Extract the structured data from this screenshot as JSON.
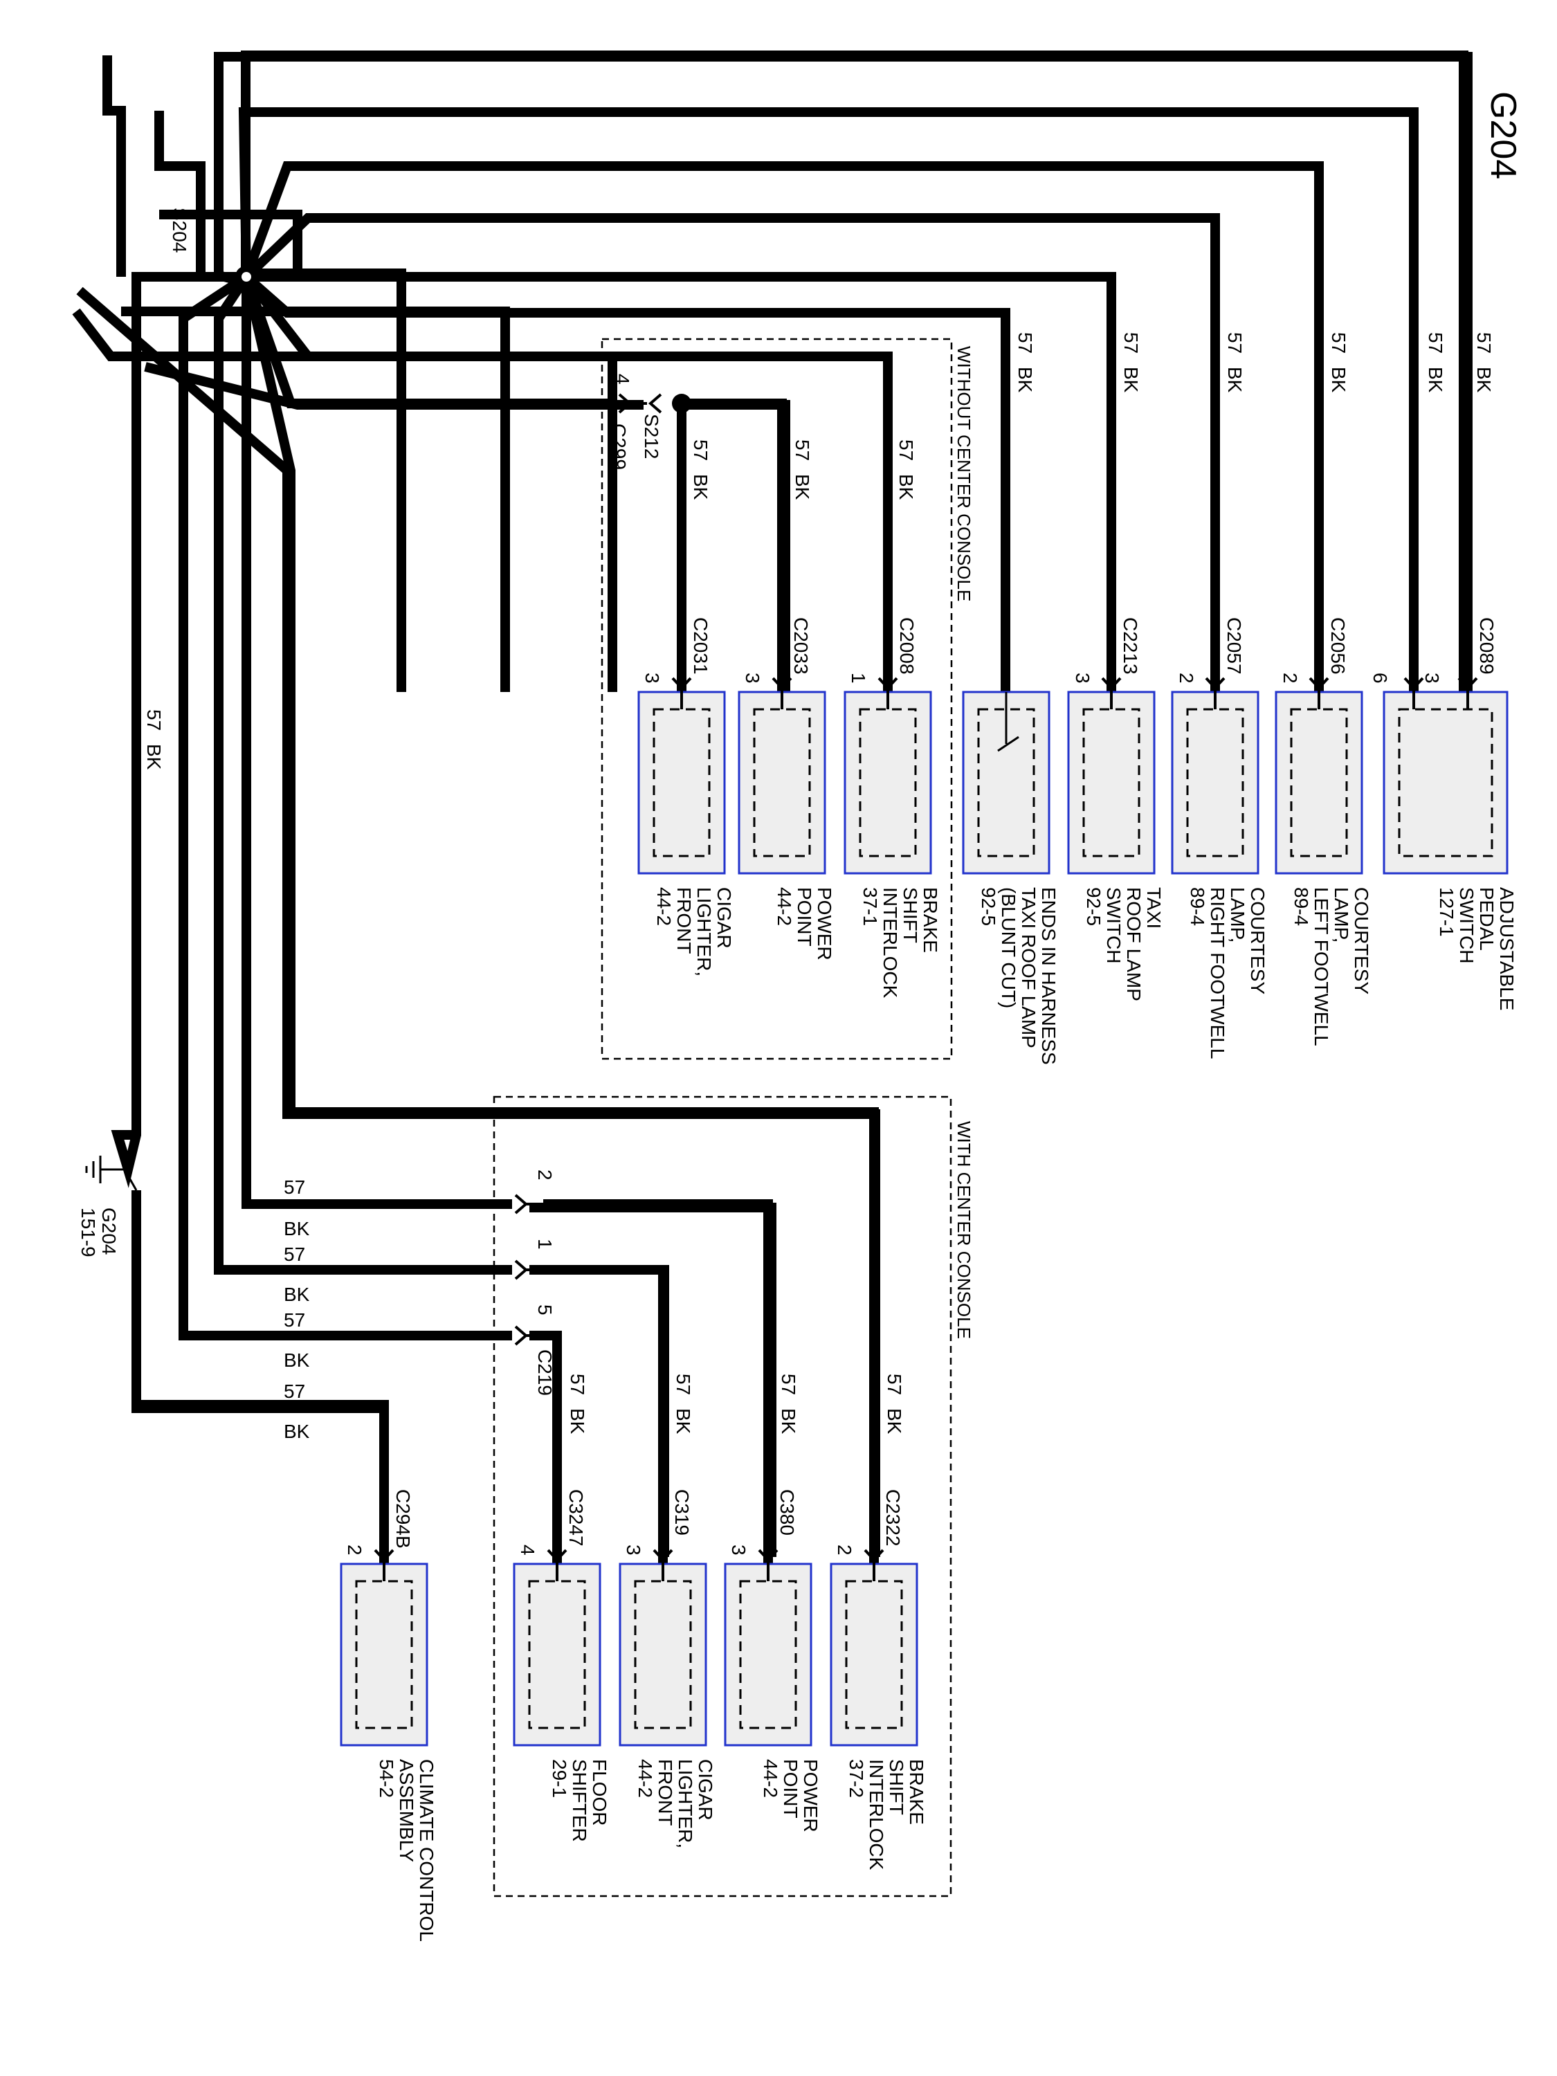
{
  "title": "G204",
  "splices": {
    "main": "S204",
    "sub": "S212"
  },
  "regions": {
    "without": "WITHOUT CENTER CONSOLE",
    "with": "WITH CENTER CONSOLE"
  },
  "wire": {
    "circuit": "57",
    "color": "BK"
  },
  "ground": {
    "name": "G204",
    "page": "151-9"
  },
  "inline_connectors": {
    "c299": "C299",
    "c219": "C219",
    "c299_pin": "4"
  },
  "components": [
    {
      "conn": "C2089",
      "pins": [
        "3",
        "6"
      ],
      "lines": [
        "ADJUSTABLE",
        "PEDAL",
        "SWITCH",
        "127-1"
      ]
    },
    {
      "conn": "C2056",
      "pins": [
        "2"
      ],
      "lines": [
        "COURTESY",
        "LAMP,",
        "LEFT FOOTWELL",
        "89-4"
      ]
    },
    {
      "conn": "C2057",
      "pins": [
        "2"
      ],
      "lines": [
        "COURTESY",
        "LAMP,",
        "RIGHT FOOTWELL",
        "89-4"
      ]
    },
    {
      "conn": "C2213",
      "pins": [
        "3"
      ],
      "lines": [
        "TAXI",
        "ROOF LAMP",
        "SWITCH",
        "92-5"
      ]
    },
    {
      "conn": "",
      "pins": [],
      "lines": [
        "ENDS IN HARNESS",
        "TAXI ROOF LAMP",
        "(BLUNT CUT)",
        "92-5"
      ]
    },
    {
      "conn": "C2008",
      "pins": [
        "1"
      ],
      "lines": [
        "BRAKE",
        "SHIFT",
        "INTERLOCK",
        "37-1"
      ]
    },
    {
      "conn": "C2033",
      "pins": [
        "3"
      ],
      "lines": [
        "POWER",
        "POINT",
        "44-2"
      ]
    },
    {
      "conn": "C2031",
      "pins": [
        "3"
      ],
      "lines": [
        "CIGAR",
        "LIGHTER,",
        "FRONT",
        "44-2"
      ]
    },
    {
      "conn": "C2322",
      "pins": [
        "2"
      ],
      "lines": [
        "BRAKE",
        "SHIFT",
        "INTERLOCK",
        "37-2"
      ]
    },
    {
      "conn": "C380",
      "pins": [
        "3"
      ],
      "lines": [
        "POWER",
        "POINT",
        "44-2"
      ]
    },
    {
      "conn": "C319",
      "pins": [
        "3"
      ],
      "lines": [
        "CIGAR",
        "LIGHTER,",
        "FRONT",
        "44-2"
      ]
    },
    {
      "conn": "C3247",
      "pins": [
        "4"
      ],
      "lines": [
        "FLOOR",
        "SHIFTER",
        "29-1"
      ]
    },
    {
      "conn": "C294B",
      "pins": [
        "2"
      ],
      "lines": [
        "CLIMATE CONTROL",
        "ASSEMBLY",
        "54-2"
      ]
    }
  ],
  "c219_pins": [
    "2",
    "1",
    "5"
  ]
}
